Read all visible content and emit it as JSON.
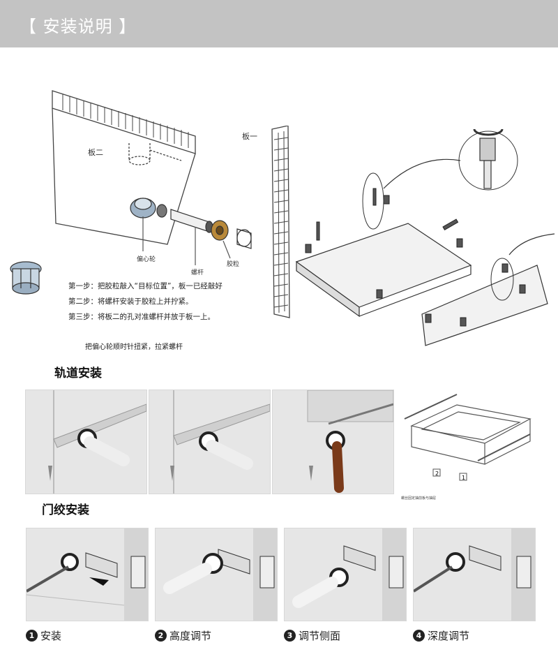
{
  "header": {
    "title": "【 安装说明 】"
  },
  "diagram": {
    "board_two_label": "板二",
    "board_one_label": "板一",
    "eccentric_label": "偏心轮",
    "screw_rod_label": "螺杆",
    "dowel_label": "胶粒",
    "steps": [
      "第一步：把胶粒敲入“目标位置”，板一已经敲好",
      "第二步：将螺杆安装于胶粒上并拧紧。",
      "第三步：将板二的孔对准螺杆并放于板一上。"
    ],
    "tighten_note": "把偏心轮顺时针扭紧，拉紧螺杆"
  },
  "rail_section": {
    "title": "轨道安装",
    "small_caption": "螺丝固定抽前板与抽屉",
    "tag_two": "2",
    "tag_one": "1"
  },
  "hinge_section": {
    "title": "门绞安装",
    "captions": [
      {
        "num": "1",
        "text": "安装"
      },
      {
        "num": "2",
        "text": "高度调节"
      },
      {
        "num": "3",
        "text": "调节侧面"
      },
      {
        "num": "4",
        "text": "深度调节"
      }
    ]
  },
  "colors": {
    "banner": "#c3c3c3",
    "panel": "#e6e6e6",
    "line": "#444444"
  }
}
